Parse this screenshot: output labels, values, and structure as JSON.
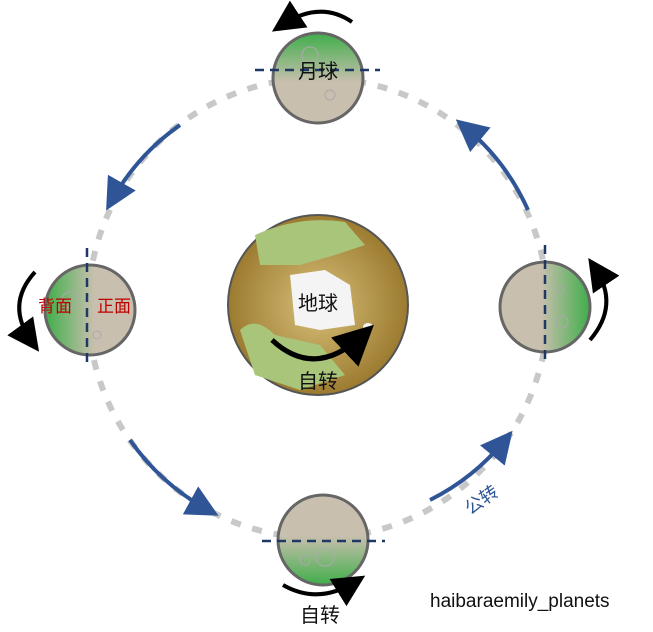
{
  "labels": {
    "moon": "月球",
    "far_side": "背面",
    "near_side": "正面",
    "earth": "地球",
    "earth_rotation": "自转",
    "moon_rotation": "自转",
    "revolution": "公转"
  },
  "watermark": "haibaraemily_planets",
  "colors": {
    "orbit": "#c8c8c8",
    "orbit_arrow": "#2f5597",
    "moon_base": "#c9bfae",
    "moon_green": "#3fae4a",
    "earth_base": "#a88a3c",
    "earth_land": "#a9c57a",
    "red_text": "#c00000"
  }
}
